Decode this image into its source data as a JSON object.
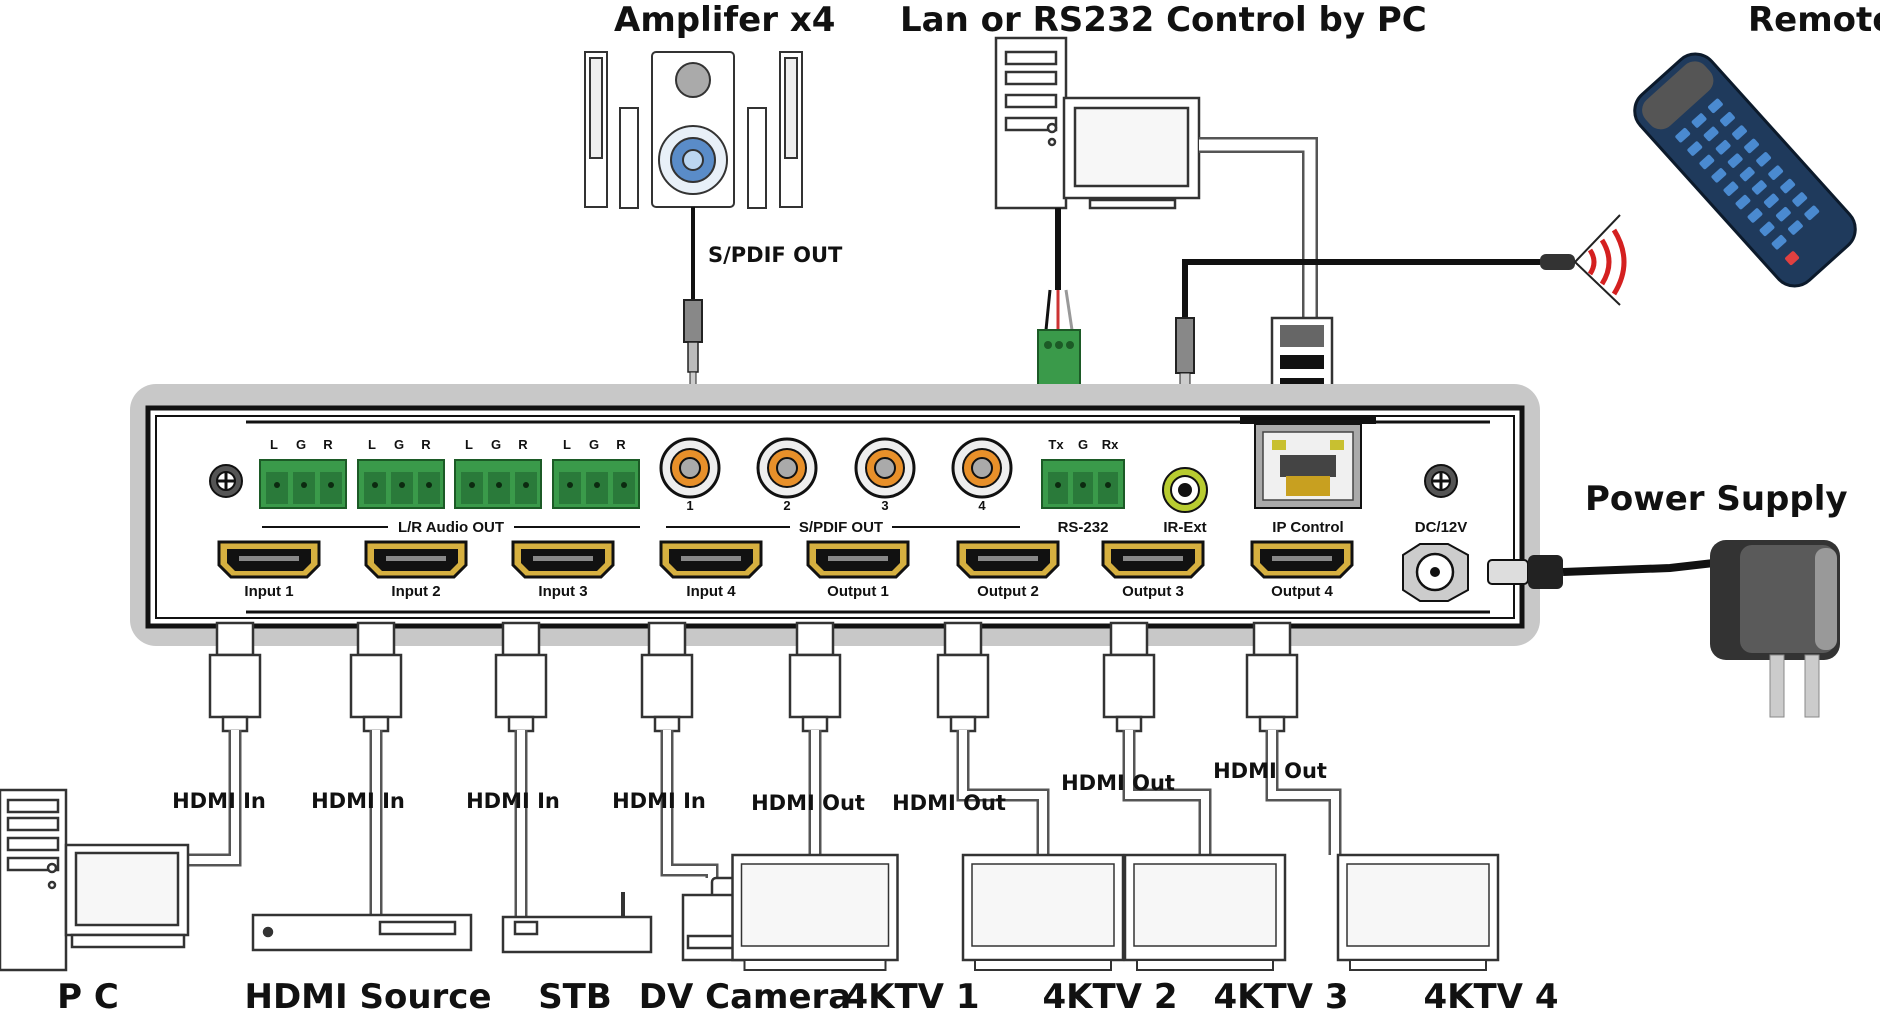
{
  "labels": {
    "amplifier": "Amplifer x4",
    "pc_control": "Lan or RS232 Control by PC",
    "remote": "Remote",
    "spdif_out": "S/PDIF OUT",
    "power_supply": "Power Supply"
  },
  "panel": {
    "audio_lgr": [
      "L",
      "G",
      "R"
    ],
    "lr_audio_out": "L/R Audio OUT",
    "spdif_numbers": [
      "1",
      "2",
      "3",
      "4"
    ],
    "spdif_out": "S/PDIF OUT",
    "rs232_pins": [
      "Tx",
      "G",
      "Rx"
    ],
    "rs232": "RS-232",
    "ir_ext": "IR-Ext",
    "ip_control": "IP Control",
    "dc": "DC/12V",
    "ports": [
      "Input 1",
      "Input 2",
      "Input 3",
      "Input 4",
      "Output 1",
      "Output 2",
      "Output 3",
      "Output 4"
    ]
  },
  "cables": [
    "HDMI In",
    "HDMI In",
    "HDMI In",
    "HDMI In",
    "HDMI Out",
    "HDMI Out",
    "HDMI Out",
    "HDMI Out"
  ],
  "devices": [
    "P C",
    "HDMI Source",
    "STB",
    "DV Camera",
    "4KTV 1",
    "4KTV 2",
    "4KTV 3",
    "4KTV 4"
  ]
}
